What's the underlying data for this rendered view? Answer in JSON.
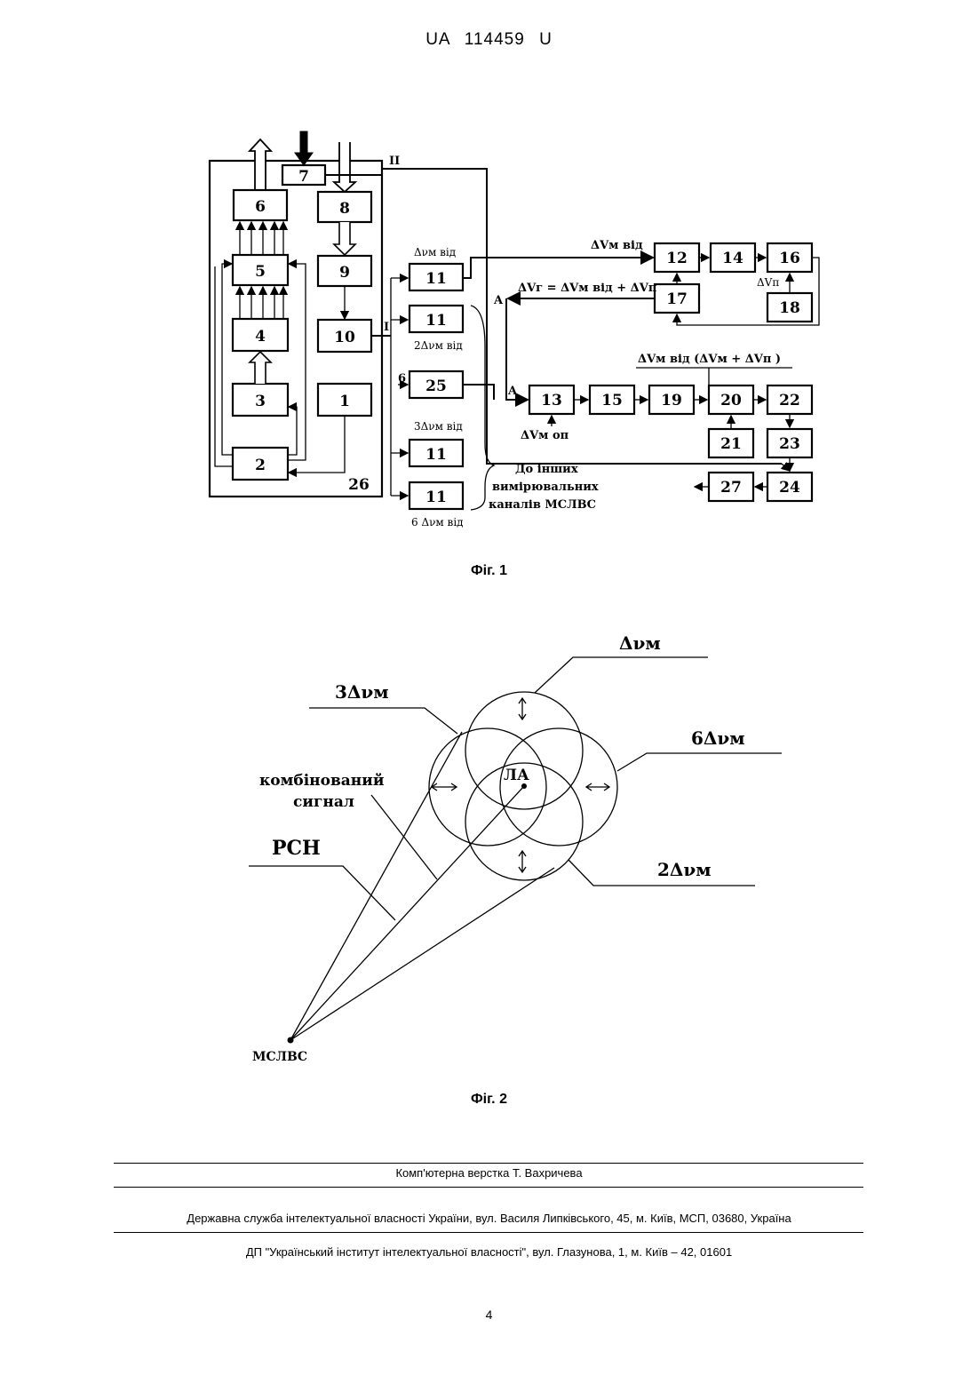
{
  "header": {
    "title": "UA   114459   U"
  },
  "figure1": {
    "caption": "Фіг. 1",
    "blocks": [
      "1",
      "2",
      "3",
      "4",
      "5",
      "6",
      "7",
      "8",
      "9",
      "10",
      "11",
      "12",
      "13",
      "14",
      "15",
      "16",
      "17",
      "18",
      "19",
      "20",
      "21",
      "22",
      "23",
      "24",
      "25",
      "26",
      "27"
    ],
    "labels": {
      "roman_1": "I",
      "roman_2": "II",
      "input_6": "6",
      "dv_m_vid": "Δνм від",
      "dv2_m_vid": "2Δνм від",
      "dv3_m_vid": "3Δνм від",
      "dv6_m_vid": "6 Δνм від",
      "dvm_vid_top": "ΔVм від",
      "dvg_eq": "ΔVг = ΔVм  від + ΔVп",
      "dvp": "ΔVп",
      "dvm_vid_sum": "ΔVм від  (ΔVм + ΔVп )",
      "dvm_op": "ΔVм оп",
      "other_channels_1": "До інших",
      "other_channels_2": "вимірювальних",
      "other_channels_3": "каналів МСЛВС",
      "marker_a": "A"
    }
  },
  "figure2": {
    "caption": "Фіг. 2",
    "labels": {
      "dv_m": "Δνм",
      "dv3_m": "3Δνм",
      "dv6_m": "6Δνм",
      "dv2_m": "2Δνм",
      "combined_1": "комбінований",
      "combined_2": "сигнал",
      "rsn": "РСН",
      "la": "ЛА",
      "mslvs": "МСЛВС"
    }
  },
  "footer": {
    "layout": "Комп'ютерна верстка Т. Вахричева",
    "agency": "Державна служба інтелектуальної власності України, вул. Василя Липківського, 45, м. Київ, МСП, 03680, Україна",
    "institute": "ДП \"Український інститут інтелектуальної власності\", вул. Глазунова, 1, м. Київ – 42, 01601",
    "page_number": "4"
  }
}
